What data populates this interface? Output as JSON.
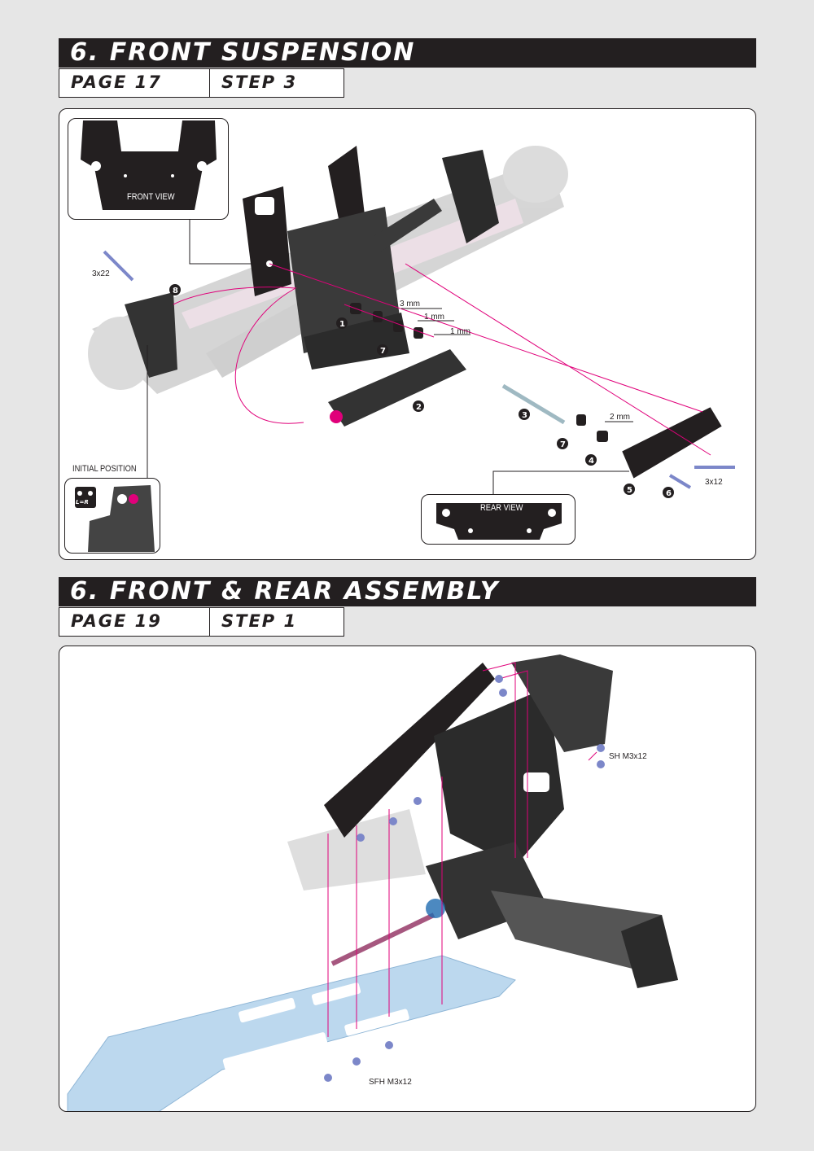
{
  "section1": {
    "title": "6. FRONT SUSPENSION",
    "page": "PAGE 17",
    "step": "STEP 3",
    "insets": {
      "front_view": "FRONT VIEW",
      "rear_view": "REAR VIEW",
      "initial_position": "INITIAL POSITION",
      "lr_badge": "L=R"
    },
    "labels": {
      "screw_3x22": "3x22",
      "screw_3x12": "3x12",
      "shim_3mm": "3 mm",
      "shim_1mm_a": "1 mm",
      "shim_1mm_b": "1 mm",
      "shim_2mm": "2 mm"
    },
    "callouts": [
      "1",
      "2",
      "3",
      "4",
      "5",
      "6",
      "7",
      "7",
      "8"
    ]
  },
  "section2": {
    "title": "6. FRONT & REAR ASSEMBLY",
    "page": "PAGE 19",
    "step": "STEP 1",
    "labels": {
      "sh_screw": "SH M3x12",
      "sfh_screw": "SFH M3x12"
    }
  },
  "colors": {
    "dark": "#231f20",
    "accent": "#e0007a",
    "screw": "#7c87c9",
    "plate": "#bcd8ee"
  }
}
